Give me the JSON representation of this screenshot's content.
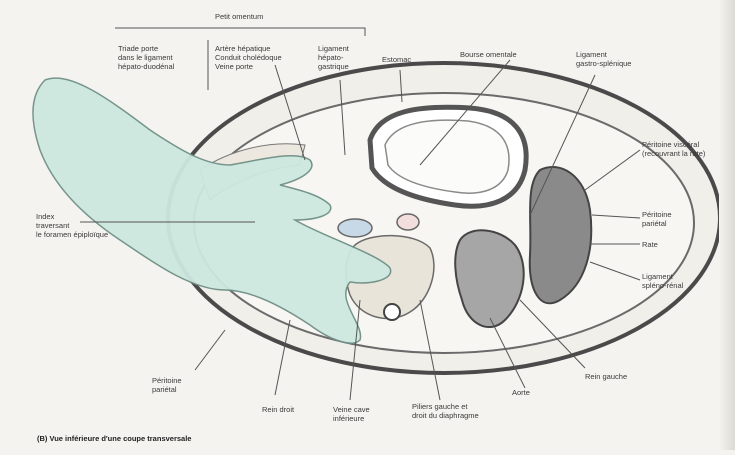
{
  "caption": "(B) Vue inférieure d'une coupe transversale",
  "colors": {
    "background": "#f4f3ef",
    "outline": "#555555",
    "hand": "#cde8e0",
    "vessel": "#c7d8e6",
    "kidney": "#9a9a9a"
  },
  "labels": {
    "petit_omentum": "Petit omentum",
    "triade_porte": "Triade porte\ndans le ligament\nhépato-duodénal",
    "triade_items": "Artère hépatique\nConduit cholédoque\nVeine porte",
    "ligament_hepato_gastrique": "Ligament\nhépato-\ngastrique",
    "estomac": "Estomac",
    "bourse_omentale": "Bourse omentale",
    "ligament_gastro_splenique": "Ligament\ngastro-splénique",
    "peritoine_visceral": "Péritoine viscéral\n(recouvrant la rate)",
    "index": "Index\ntraversant\nle foramen épiploïque",
    "peritoine_parietal_right": "Péritoine\npariétal",
    "rate": "Rate",
    "ligament_spleno_renal": "Ligament\nspléno-rénal",
    "rein_gauche": "Rein gauche",
    "aorte": "Aorte",
    "piliers": "Piliers gauche et\ndroit du diaphragme",
    "veine_cave": "Veine cave\ninférieure",
    "rein_droit": "Rein droit",
    "peritoine_parietal_left": "Péritoine\npariétal"
  }
}
